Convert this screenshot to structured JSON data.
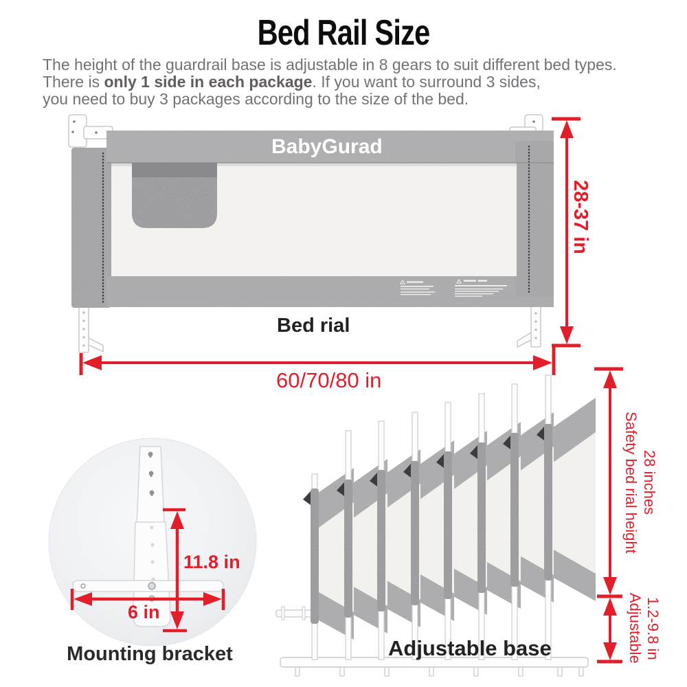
{
  "title": "Bed Rail Size",
  "description": {
    "line1": "The height of the guardrail base is adjustable in 8 gears to suit different bed types.",
    "line2_pre": "There is ",
    "line2_bold": "only 1 side in each package",
    "line2_post": ". If you want to surround 3 sides,",
    "line3": "you need to buy 3 packages according to the size of the bed."
  },
  "bed_rail": {
    "brand": "BabyGurad",
    "label": "Bed rial",
    "width_dimension": "60/70/80 in",
    "height_dimension": "28-37 in"
  },
  "mounting_bracket": {
    "label": "Mounting bracket",
    "height_dimension": "11.8 in",
    "width_dimension": "6 in"
  },
  "adjustable_base": {
    "label": "Adjustable base",
    "rail_height_line1": "Safety bed rial height",
    "rail_height_line2": "28 inches",
    "base_range_line1": "Adjustable",
    "base_range_line2": "1.2-9.8 in"
  },
  "colors": {
    "dimension_red": "#e21e2b",
    "fabric_gray": "#a4a4a6",
    "mesh_white": "#f3f2ef",
    "text_gray": "#757075",
    "heading_black": "#0d0d0d"
  }
}
